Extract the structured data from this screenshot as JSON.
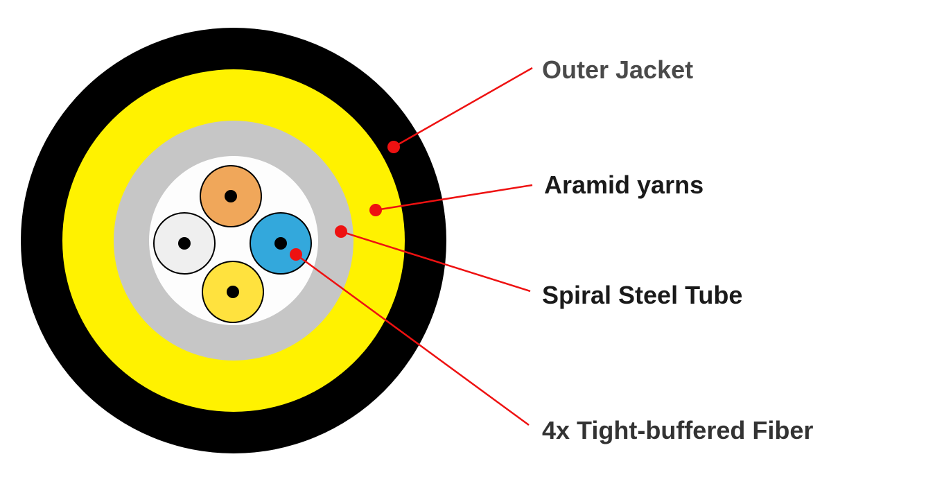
{
  "diagram": {
    "type": "fiber-optic-cable-cross-section",
    "labels": [
      {
        "text": "Outer Jacket",
        "color": "#4a4a4a"
      },
      {
        "text": "Aramid yarns",
        "color": "#1a1a1a"
      },
      {
        "text": "Spiral Steel Tube",
        "color": "#1a1a1a"
      },
      {
        "text": "4x Tight-buffered Fiber",
        "color": "#333333"
      }
    ],
    "colors": {
      "outer_jacket": "#000000",
      "aramid_yarns": "#fff200",
      "spiral_steel_tube": "#c6c6c6",
      "tube_interior": "#fdfdfd",
      "fiber_top": "#f0a75a",
      "fiber_left": "#efefef",
      "fiber_right": "#33a8dc",
      "fiber_bottom": "#ffe23e",
      "fiber_core_dot": "#000000",
      "fiber_outline": "#000000",
      "leader": "#ee1111"
    }
  }
}
